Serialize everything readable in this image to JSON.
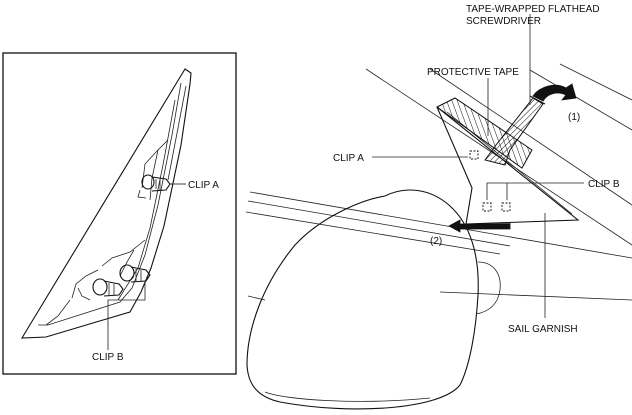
{
  "inset": {
    "labels": {
      "clip_a": "CLIP A",
      "clip_b": "CLIP B"
    }
  },
  "main": {
    "labels": {
      "screwdriver_line1": "TAPE-WRAPPED FLATHEAD",
      "screwdriver_line2": "SCREWDRIVER",
      "protective_tape": "PROTECTIVE TAPE",
      "clip_a": "CLIP A",
      "clip_b": "CLIP B",
      "sail_garnish": "SAIL GARNISH",
      "step1": "(1)",
      "step2": "(2)"
    }
  },
  "colors": {
    "line": "#111111",
    "background": "#ffffff"
  }
}
